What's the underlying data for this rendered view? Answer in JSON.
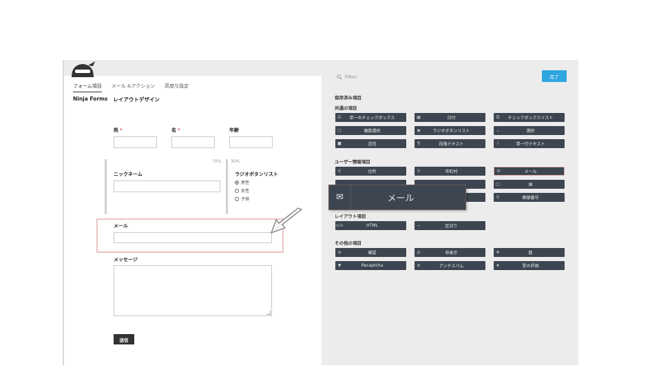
{
  "left_panel": {
    "tabs": [
      {
        "label": "フォーム項目",
        "active": true
      },
      {
        "label": "メール &アクション",
        "active": false
      },
      {
        "label": "高度な設定",
        "active": false
      }
    ],
    "subtabs": [
      "Ninja Forms",
      "レイアウトデザイン"
    ],
    "fields": {
      "last_name": "姓",
      "first_name": "名",
      "age": "年齢",
      "required_mark": "*",
      "nickname": "ニックネーム",
      "radio_title": "ラジオボタンリスト",
      "radio_options": [
        {
          "label": "男性",
          "checked": true
        },
        {
          "label": "女性",
          "checked": false
        },
        {
          "label": "子供",
          "checked": false
        }
      ],
      "pct_left": "70%",
      "pct_right": "30%",
      "email": "メール",
      "message": "メッセージ",
      "submit": "送信"
    }
  },
  "right_panel": {
    "filter_placeholder": "Filter",
    "done_button": "完了",
    "saved_section": "保存済み項目",
    "common_section": "共通の項目",
    "common_items": [
      {
        "icon": "☑",
        "label": "単一のチェックボックス"
      },
      {
        "icon": "▦",
        "label": "日付"
      },
      {
        "icon": "☰",
        "label": "チェックボックスリスト"
      },
      {
        "icon": "▢",
        "label": "複数選択"
      },
      {
        "icon": "◉",
        "label": "ラジオボタンリスト"
      },
      {
        "icon": "⌄",
        "label": "選択"
      },
      {
        "icon": "■",
        "label": "送信"
      },
      {
        "icon": "¶",
        "label": "段落テキスト"
      },
      {
        "icon": "I",
        "label": "単一行テキスト"
      }
    ],
    "user_section": "ユーザー情報項目",
    "user_items": [
      {
        "icon": "⚲",
        "label": "住所"
      },
      {
        "icon": "⚲",
        "label": "市町村"
      },
      {
        "icon": "✉",
        "label": "メール"
      },
      {
        "icon": "▢",
        "label": "国"
      },
      {
        "icon": "⚲",
        "label": "郵便番号"
      }
    ],
    "layout_section": "レイアウト項目",
    "layout_items": [
      {
        "icon": "</>",
        "label": "HTML"
      },
      {
        "icon": "—",
        "label": "区切り"
      }
    ],
    "other_section": "その他の項目",
    "other_items": [
      {
        "icon": "⊖",
        "label": "確認"
      },
      {
        "icon": "◎",
        "label": "非表示"
      },
      {
        "icon": "#",
        "label": "数"
      },
      {
        "icon": "▼",
        "label": "Recaptcha"
      },
      {
        "icon": "⊘",
        "label": "アンチスパム"
      },
      {
        "icon": "★",
        "label": "星の評価"
      }
    ],
    "dragging_item": {
      "icon": "✉",
      "label": "メール"
    }
  }
}
